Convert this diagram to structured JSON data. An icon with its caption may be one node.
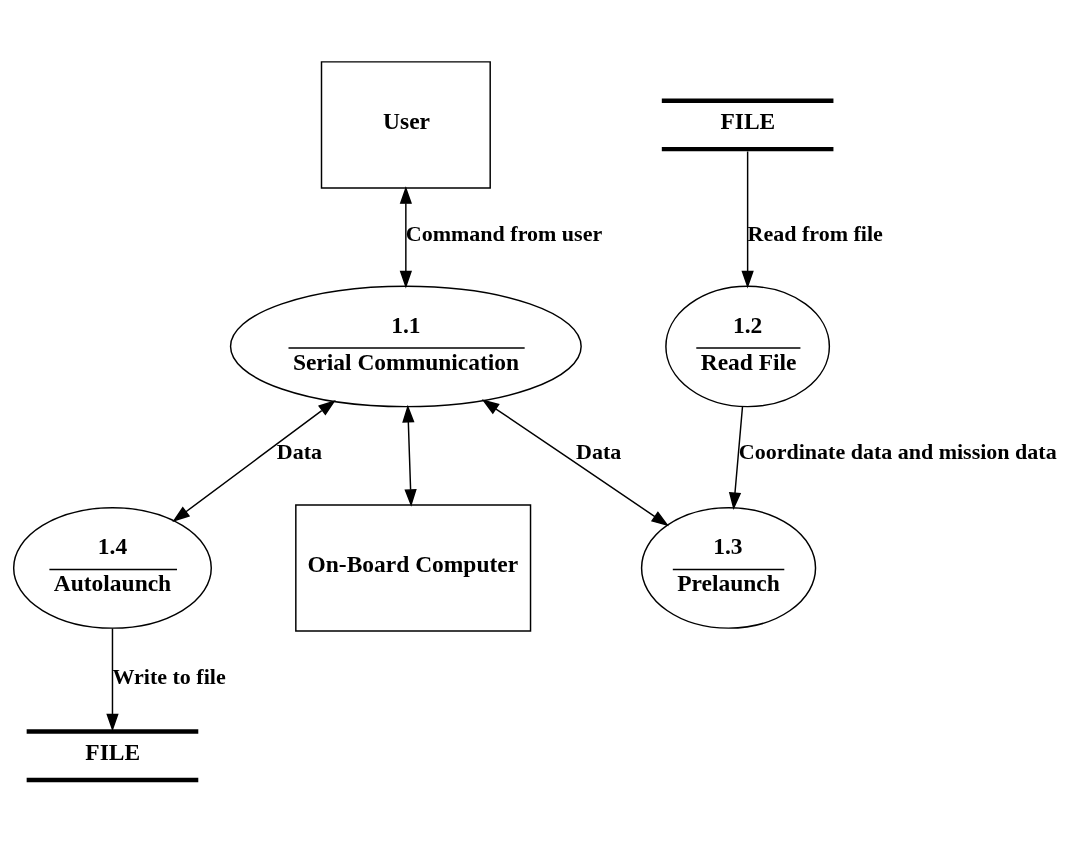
{
  "diagram": {
    "nodes": [
      {
        "text": [
          "User"
        ]
      },
      {
        "text": [
          "FILE"
        ]
      },
      {
        "text": [
          "1.1",
          "Serial Communication"
        ]
      },
      {
        "text": [
          "1.2",
          "Read File"
        ]
      },
      {
        "text": [
          "1.3",
          "Prelaunch"
        ]
      },
      {
        "text": [
          "FILE"
        ]
      },
      {
        "text": [
          "1.4",
          "Autolaunch"
        ]
      },
      {
        "text": [
          "On-Board Computer"
        ]
      }
    ],
    "edges": [
      {
        "from": 0,
        "to": 2,
        "arrow": "both",
        "label": "Command from user"
      },
      {
        "from": 1,
        "to": 3,
        "arrow": "to",
        "label": "Read from file"
      },
      {
        "from": 3,
        "to": 4,
        "arrow": "to",
        "label": "Coordinate data and mission data"
      },
      {
        "from": 2,
        "to": 4,
        "arrow": "both",
        "label": "Data"
      },
      {
        "from": 2,
        "to": 6,
        "arrow": "both",
        "label": "Data"
      },
      {
        "from": 6,
        "to": 5,
        "arrow": "to",
        "label": "Write to file"
      },
      {
        "from": 2,
        "to": 7,
        "arrow": "both"
      }
    ]
  }
}
